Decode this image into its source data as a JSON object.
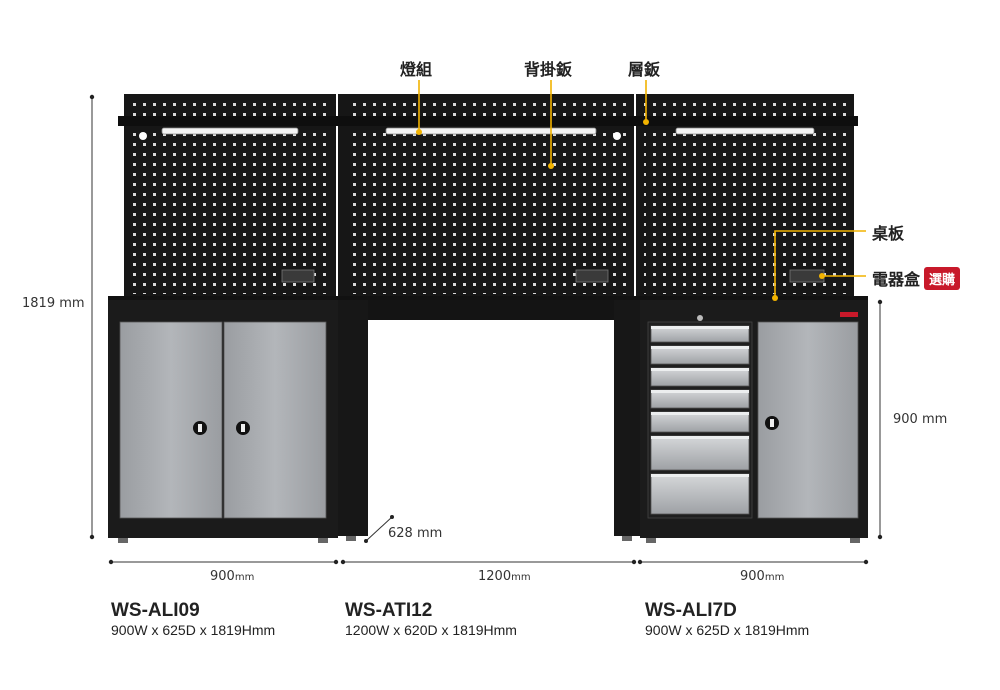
{
  "callouts": {
    "light_set": "燈組",
    "back_panel": "背掛鈑",
    "shelf_panel": "層鈑",
    "desk_top": "桌板",
    "power_box": "電器盒",
    "optional_badge": "選購"
  },
  "dimensions": {
    "total_height": "1819 mm",
    "cabinet_height": "900 mm",
    "depth_middle": "628 mm",
    "width_left": {
      "value": "900",
      "unit": "mm"
    },
    "width_middle": {
      "value": "1200",
      "unit": "mm"
    },
    "width_right": {
      "value": "900",
      "unit": "mm"
    }
  },
  "models": [
    {
      "name": "WS-ALI09",
      "spec": "900W x 625D x 1819Hmm"
    },
    {
      "name": "WS-ATI12",
      "spec": "1200W x 620D x 1819Hmm"
    },
    {
      "name": "WS-ALI7D",
      "spec": "900W x 625D x 1819Hmm"
    }
  ],
  "colors": {
    "frame": "#1b1b1b",
    "door": "#a6a9ad",
    "accent": "#f2b300",
    "badge": "#c8192a"
  }
}
